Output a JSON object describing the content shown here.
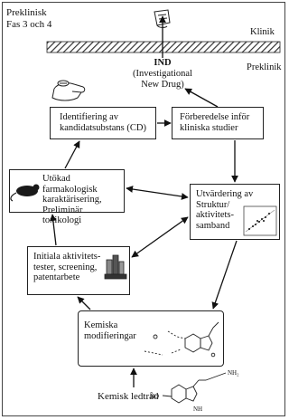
{
  "corner": {
    "line1": "Preklinisk",
    "line2": "Fas 3 och 4"
  },
  "labels": {
    "klinik": "Klinik",
    "preklinik": "Preklinik",
    "ind_title": "IND",
    "ind_sub": "(Investigational\nNew Drug)",
    "lead": "Kemisk ledtråd"
  },
  "boxes": {
    "identification": "Identifiering av\nkandidatsubstans (CD)",
    "preparation": "Förberedelse inför\nkliniska studier",
    "pharmacology": "Utökad farmakologisk\nkaraktärisering,\nPreliminär toxikologi",
    "evaluation": "Utvärdering av\nStruktur/\naktivitets-\nsamband",
    "initial_tests": "Initiala aktivitets-\ntester, screening,\npatentarbete",
    "chemistry": "Kemiska\nmodifieringar"
  },
  "molecule_labels": {
    "nh2": "NH₂",
    "ho": "HO",
    "nh": "NH"
  },
  "colors": {
    "ink": "#111111",
    "border": "#222222",
    "hatch": "#333333"
  }
}
